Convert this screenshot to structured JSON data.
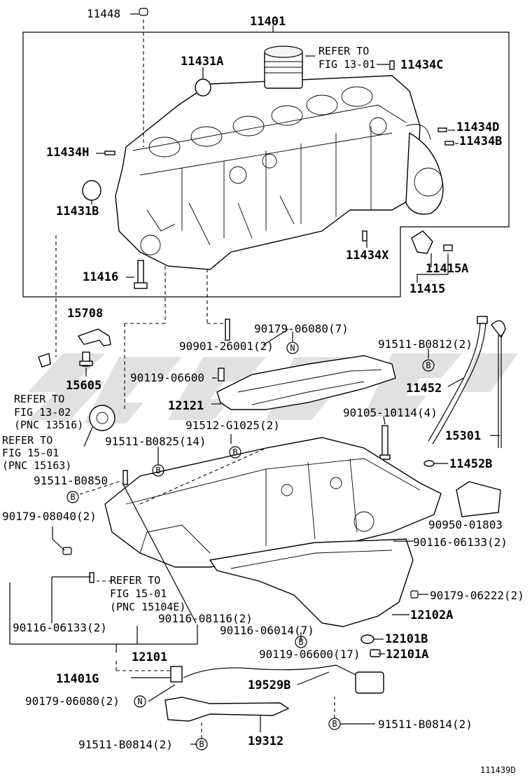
{
  "labels": {
    "p11448": "11448",
    "p11401": "11401",
    "p11431A": "11431A",
    "refer_to_1": "REFER TO",
    "fig_13_01": "FIG 13-01",
    "p11434C": "11434C",
    "p11434D": "11434D",
    "p11434B": "11434B",
    "p11434H": "11434H",
    "p11431B": "11431B",
    "p11434X": "11434X",
    "p11415A": "11415A",
    "p11415": "11415",
    "p11416": "11416",
    "p15708": "15708",
    "p90179_06080_7": "90179-06080(7)",
    "p90901_26001": "90901-26001(2)",
    "p91511_B0812": "91511-B0812(2)",
    "p90119_06600": "90119-06600",
    "p15605": "15605",
    "p11452": "11452",
    "refer_to_2": "REFER TO",
    "fig_13_02": "FIG 13-02",
    "pnc_13516": "(PNC 13516)",
    "p12121": "12121",
    "p90105_10114": "90105-10114(4)",
    "refer_to_3": "REFER TO",
    "fig_15_01a": "FIG 15-01",
    "pnc_15163": "(PNC 15163)",
    "p91512_G1025": "91512-G1025(2)",
    "p15301": "15301",
    "p91511_B0825": "91511-B0825(14)",
    "p11452B": "11452B",
    "p91511_B0850": "91511-B0850",
    "p90179_08040": "90179-08040(2)",
    "p90950_01803": "90950-01803",
    "p90116_06133_r": "90116-06133(2)",
    "refer_to_4": "REFER TO",
    "fig_15_01b": "FIG 15-01",
    "pnc_15104e": "(PNC 15104E)",
    "p90179_06222": "90179-06222(2)",
    "p90116_08116": "90116-08116(2)",
    "p12102A": "12102A",
    "p90116_06133_l": "90116-06133(2)",
    "p90116_06014": "90116-06014(7)",
    "p12101B": "12101B",
    "p12101": "12101",
    "p90119_06600_17": "90119-06600(17)",
    "p12101A": "12101A",
    "p11401G": "11401G",
    "p19529B": "19529B",
    "p90179_06080_2": "90179-06080(2)",
    "p91511_B0814_r": "91511-B0814(2)",
    "p91511_B0814_l": "91511-B0814(2)",
    "p19312": "19312",
    "diagram_code": "111439D"
  },
  "markers": {
    "n": "N",
    "b": "B"
  }
}
